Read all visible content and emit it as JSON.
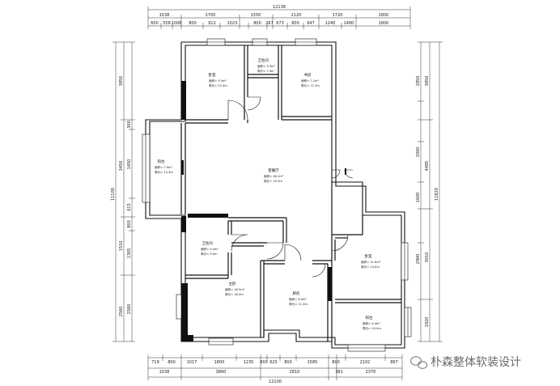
{
  "plan": {
    "top_dims": {
      "total": "12138",
      "row1": [
        "1538",
        "2700",
        "1550",
        "2120",
        "1720",
        "1800"
      ],
      "row2": [
        "600",
        "558",
        "1008",
        "800",
        "912",
        "1023",
        "800",
        "267",
        "673",
        "800",
        "647",
        "1240",
        "1480",
        "1800"
      ]
    },
    "bottom_dims": {
      "row1": [
        "719",
        "800",
        "1017",
        "1800",
        "1235",
        "800",
        "625",
        "800",
        "1585",
        "800",
        "2102",
        "867"
      ],
      "row2": [
        "1538",
        "3860",
        "2810",
        "381",
        "2370"
      ],
      "total": "12100"
    },
    "left_dims": {
      "total": "11100",
      "row1": [
        "3850",
        "3450",
        "1510",
        "2560"
      ],
      "row2": [
        "300",
        "1450",
        "615",
        "800",
        "1305",
        "2560"
      ]
    },
    "right_dims": {
      "total": "11820",
      "row1": [
        "3850",
        "4485",
        "3010",
        "1920"
      ],
      "row2": [
        "2850",
        "2000",
        "1600",
        "2900"
      ]
    },
    "rooms": [
      {
        "name": "卧室",
        "area": "面积≈ 9.3m²",
        "perimeter": "周长≈ 12.4m"
      },
      {
        "name": "卫生间",
        "area": "面积≈ 3.3m²",
        "perimeter": "周长≈ 7.4m"
      },
      {
        "name": "书房",
        "area": "面积≈ 7.1m²",
        "perimeter": "周长≈ 11.3m"
      },
      {
        "name": "阳台",
        "area": "面积≈ 7.9m²",
        "perimeter": "周长≈ 13.3m"
      },
      {
        "name": "客餐厅",
        "area": "面积≈ 46.1m²",
        "perimeter": "周长≈ 33.3m"
      },
      {
        "name": "卫生间",
        "area": "面积≈ 4.4m²",
        "perimeter": "周长≈ 9.0m"
      },
      {
        "name": "卧室",
        "area": "面积≈ 11.6m²",
        "perimeter": "周长≈ 14.0m"
      },
      {
        "name": "主卧",
        "area": "面积≈ 16.3m²",
        "perimeter": "周长≈ 16.3m"
      },
      {
        "name": "厨房",
        "area": "面积≈ 8.0m²",
        "perimeter": "周长≈ 11.3m"
      },
      {
        "name": "阳台",
        "area": "面积≈ 6.4m²",
        "perimeter": "周长≈ 10.4m"
      }
    ]
  },
  "watermark": {
    "text": "朴森整体软装设计"
  }
}
